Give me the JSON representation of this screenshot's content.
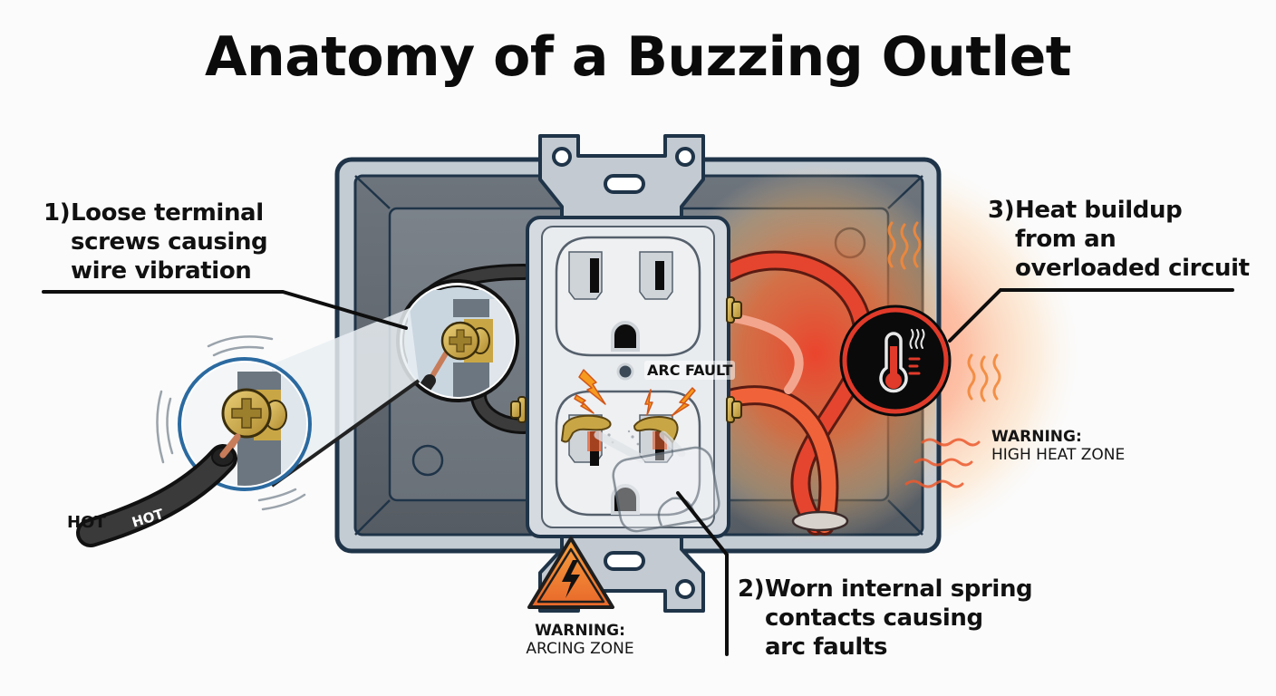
{
  "title": "Anatomy of a Buzzing Outlet",
  "callouts": [
    {
      "id": 1,
      "number": "1)",
      "lines": [
        "Loose terminal",
        "screws causing",
        "wire vibration"
      ]
    },
    {
      "id": 2,
      "number": "2)",
      "lines": [
        "Worn internal spring",
        "contacts causing",
        "arc faults"
      ]
    },
    {
      "id": 3,
      "number": "3)",
      "lines": [
        "Heat buildup",
        "from an",
        "overloaded circuit"
      ]
    }
  ],
  "warnings": {
    "arcing": {
      "line1": "WARNING:",
      "line2": "ARCING ZONE"
    },
    "heat": {
      "line1": "WARNING:",
      "line2": "HIGH HEAT ZONE"
    }
  },
  "labels": {
    "arc_fault": "ARC FAULT",
    "hot_outside": "HOT",
    "hot_on_wire": "HOT"
  },
  "icons": {
    "arc_warning": "high-voltage-warning-triangle",
    "heat": "thermometer-heat-icon",
    "screw": "phillips-screw"
  },
  "colors": {
    "box_frame": "#b9c2cb",
    "box_interior": "#5e656d",
    "outline": "#1f3448",
    "outlet_face": "#e6e9ec",
    "brass": "#c9a645",
    "heat_red": "#e03a2a",
    "heat_orange": "#f59a3a",
    "warning_orange": "#ef7d2a",
    "magnifier_ring": "#2b6aa0"
  }
}
